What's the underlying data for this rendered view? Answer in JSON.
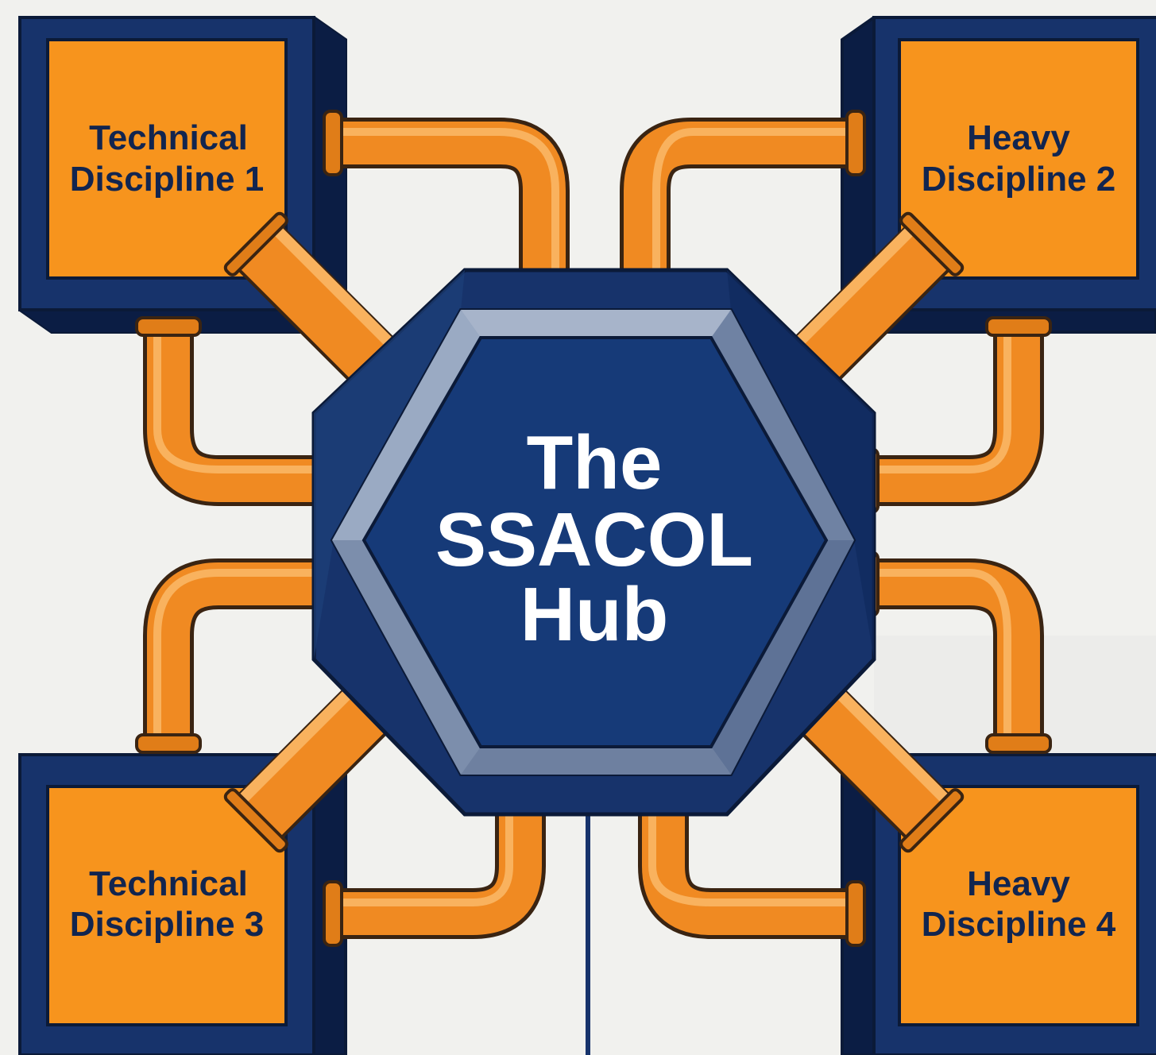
{
  "hub": {
    "line1": "The",
    "line2": "SSACOL",
    "line3": "Hub"
  },
  "disciplines": [
    {
      "line1": "Technical",
      "line2": "Discipline 1"
    },
    {
      "line1": "Heavy",
      "line2": "Discipline 2"
    },
    {
      "line1": "Technical",
      "line2": "Discipline 3"
    },
    {
      "line1": "Heavy",
      "line2": "Discipline 4"
    }
  ],
  "colors": {
    "navy": "#17336b",
    "navy_dark": "#0f2550",
    "orange": "#f7941d",
    "pipe": "#f08a22",
    "background": "#f1f1ee"
  }
}
